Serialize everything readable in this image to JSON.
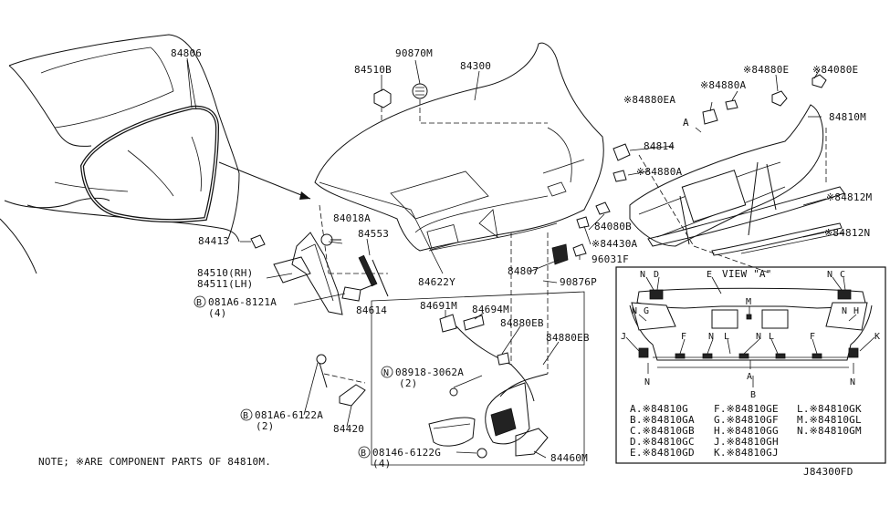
{
  "labels": {
    "p84806": "84806",
    "p90870M": "90870M",
    "p84300": "84300",
    "p84510B": "84510B",
    "p84880E": "※84880E",
    "p84080E": "※84080E",
    "p84880EA": "※84880EA",
    "p84880A_1": "※84880A",
    "p84810M": "84810M",
    "pA": "A",
    "p84814": "84814",
    "p84880A_2": "※84880A",
    "p84812M": "※84812M",
    "p84018A": "84018A",
    "p84553": "84553",
    "p84413": "84413",
    "p84510RH": "84510(RH)",
    "p84511LH": "84511(LH)",
    "p081A6_8121A": "081A6-8121A",
    "p081A6_8121A_qty": "(4)",
    "p84080B": "84080B",
    "p84430A": "※84430A",
    "p84812N": "※84812N",
    "p96031F": "96031F",
    "p84807": "84807",
    "p84622Y": "84622Y",
    "p90876P": "90876P",
    "p84614": "84614",
    "p84691M": "84691M",
    "p84694M": "84694M",
    "p84880EB_1": "84880EB",
    "p84880EB_2": "84880EB",
    "p08918_3062A": "08918-3062A",
    "p08918_3062A_qty": "(2)",
    "p081A6_6122A": "081A6-6122A",
    "p081A6_6122A_qty": "(2)",
    "p84420": "84420",
    "p08146_6122G": "08146-6122G",
    "p08146_6122G_qty": "(4)",
    "p84460M": "84460M",
    "circB": "B",
    "circN": "N",
    "note": "NOTE; ※ARE COMPONENT PARTS OF 84810M.",
    "diagram_id": "J84300FD"
  },
  "view_a": {
    "title": "VIEW \"A\"",
    "callouts": {
      "N_tl": "N",
      "D": "D",
      "E": "E",
      "N_tr": "N",
      "C": "C",
      "M": "M",
      "N_gl": "N",
      "G": "G",
      "N_hr": "N",
      "H": "H",
      "J": "J",
      "K": "K",
      "F_l": "F",
      "N_l": "N",
      "L_l": "L",
      "N_m": "N",
      "L_m": "L",
      "F_r": "F",
      "A": "A",
      "B": "B",
      "N_bl": "N",
      "N_br": "N"
    },
    "legend": [
      [
        "A.※84810G",
        "F.※84810GE",
        "L.※84810GK"
      ],
      [
        "B.※84810GA",
        "G.※84810GF",
        "M.※84810GL"
      ],
      [
        "C.※84810GB",
        "H.※84810GG",
        "N.※84810GM"
      ],
      [
        "D.※84810GC",
        "J.※84810GH",
        ""
      ],
      [
        "E.※84810GD",
        "K.※84810GJ",
        ""
      ]
    ]
  }
}
